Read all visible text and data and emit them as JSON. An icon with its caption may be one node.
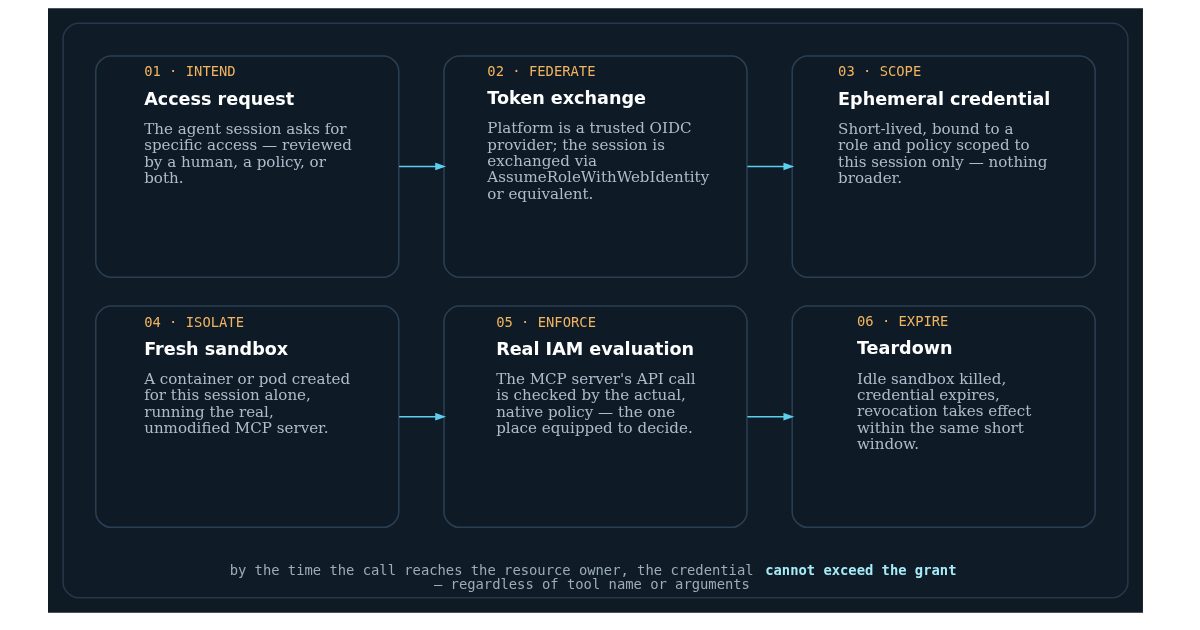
{
  "diagram": {
    "nodes": [
      {
        "text": [
          "by the time the call reaches the resource owner, the credential **cannot exceed the grant** — regardless of tool name or arguments"
        ]
      },
      {
        "text": [
          "01 · INTEND",
          "Access request",
          "The agent session asks for specific access — reviewed by a human, a policy, or both."
        ],
        "in": 0
      },
      {
        "text": [
          "02 · FEDERATE",
          "Token exchange",
          "Platform is a trusted OIDC provider; the session is exchanged via AssumeRoleWithWebIdentity or equivalent."
        ],
        "in": 0
      },
      {
        "text": [
          "03 · SCOPE",
          "Ephemeral credential",
          "Short-lived, bound to a role and policy scoped to this session only — nothing broader."
        ],
        "in": 0
      },
      {
        "text": [
          "04 · ISOLATE",
          "Fresh sandbox",
          "A container or pod created for this session alone, running the real, unmodified MCP server."
        ],
        "in": 0
      },
      {
        "text": [
          "05 · ENFORCE",
          "Real IAM evaluation",
          "The MCP server's API call is checked by the actual, native policy — the one place equipped to decide."
        ],
        "in": 0
      },
      {
        "text": [
          "06 · EXPIRE",
          "Teardown",
          "Idle sandbox killed, credential expires, revocation takes effect within the same short window."
        ],
        "in": 0
      }
    ],
    "edges": [
      {
        "from": 1,
        "to": 2,
        "arrow": "to"
      },
      {
        "from": 2,
        "to": 3,
        "arrow": "to"
      },
      {
        "from": 4,
        "to": 5,
        "arrow": "to"
      },
      {
        "from": 5,
        "to": 6,
        "arrow": "to"
      }
    ]
  }
}
